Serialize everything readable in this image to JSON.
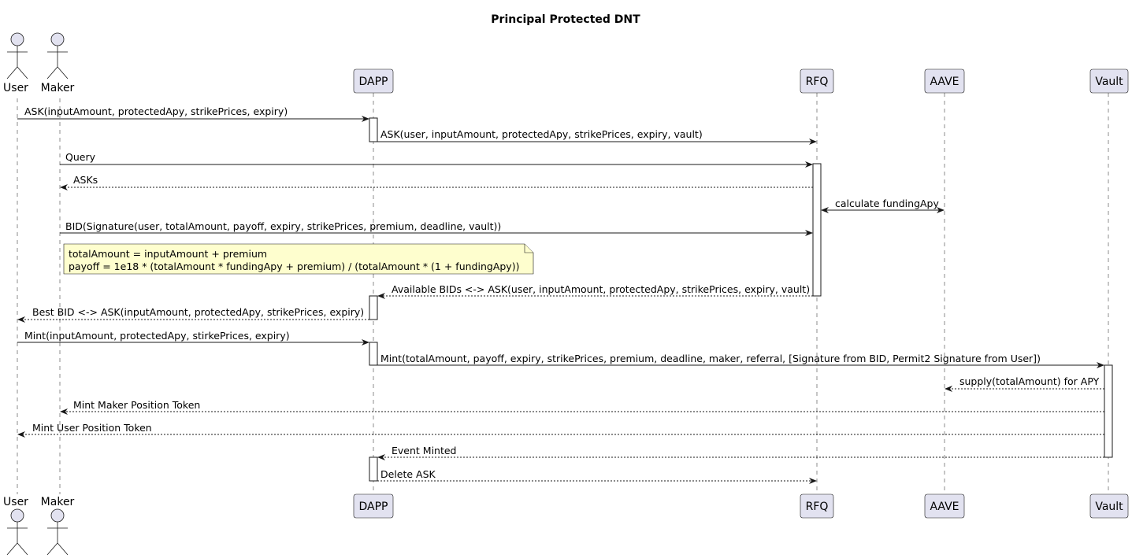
{
  "title": "Principal Protected DNT",
  "participants": {
    "user": "User",
    "maker": "Maker",
    "dapp": "DAPP",
    "rfq": "RFQ",
    "aave": "AAVE",
    "vault": "Vault"
  },
  "messages": [
    {
      "from": "user",
      "to": "dapp",
      "label": "ASK(inputAmount, protectedApy, strikePrices, expiry)",
      "style": "solid"
    },
    {
      "from": "dapp",
      "to": "rfq",
      "label": "ASK(user, inputAmount, protectedApy, strikePrices, expiry, vault)",
      "style": "solid"
    },
    {
      "from": "maker",
      "to": "rfq",
      "label": "Query",
      "style": "solid"
    },
    {
      "from": "rfq",
      "to": "maker",
      "label": "ASKs",
      "style": "dashed"
    },
    {
      "from": "rfq",
      "to": "aave",
      "label": "calculate fundingApy",
      "style": "bidirectional"
    },
    {
      "from": "maker",
      "to": "rfq",
      "label": "BID(Signature(user, totalAmount, payoff, expiry, strikePrices, premium, deadline, vault))",
      "style": "solid"
    },
    {
      "from": "rfq",
      "to": "dapp",
      "label": "Available BIDs <-> ASK(user, inputAmount, protectedApy, strikePrices, expiry, vault)",
      "style": "dashed"
    },
    {
      "from": "dapp",
      "to": "user",
      "label": "Best BID <-> ASK(inputAmount, protectedApy, strikePrices, expiry)",
      "style": "dashed"
    },
    {
      "from": "user",
      "to": "dapp",
      "label": "Mint(inputAmount, protectedApy, stirkePrices, expiry)",
      "style": "solid"
    },
    {
      "from": "dapp",
      "to": "vault",
      "label": "Mint(totalAmount, payoff, expiry, strikePrices, premium, deadline, maker, referral, [Signature from BID, Permit2 Signature from User])",
      "style": "solid"
    },
    {
      "from": "vault",
      "to": "aave",
      "label": "supply(totalAmount) for APY",
      "style": "dashed"
    },
    {
      "from": "vault",
      "to": "maker",
      "label": "Mint Maker Position Token",
      "style": "dashed"
    },
    {
      "from": "vault",
      "to": "user",
      "label": "Mint User Position Token",
      "style": "dashed"
    },
    {
      "from": "vault",
      "to": "dapp",
      "label": "Event Minted",
      "style": "dashed"
    },
    {
      "from": "dapp",
      "to": "rfq",
      "label": "Delete ASK",
      "style": "dashed"
    }
  ],
  "note": {
    "lines": [
      "totalAmount = inputAmount + premium",
      "payoff = 1e18 * (totalAmount * fundingApy + premium) / (totalAmount * (1 + fundingApy))"
    ]
  }
}
